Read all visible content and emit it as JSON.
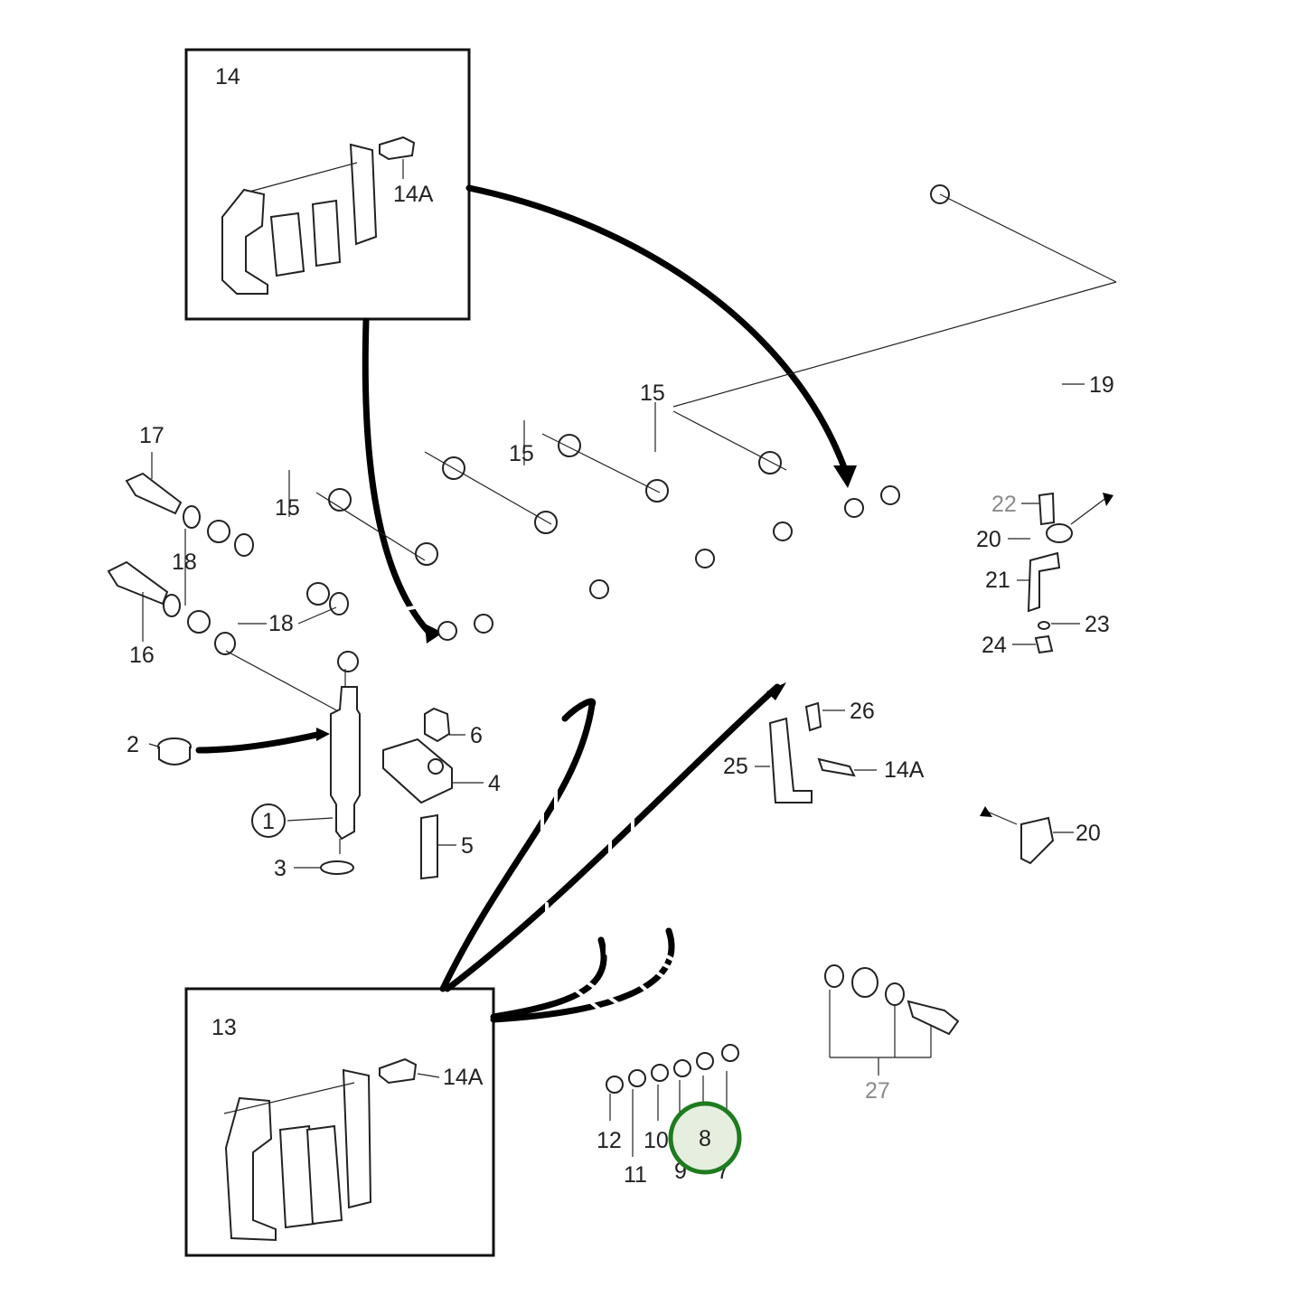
{
  "diagram": {
    "detail_boxes": [
      {
        "label": "13",
        "bolt_label": "14A"
      },
      {
        "label": "14",
        "bolt_label": "14A"
      }
    ],
    "callouts": {
      "c1": "1",
      "c2": "2",
      "c3": "3",
      "c4": "4",
      "c5": "5",
      "c6": "6",
      "c7": "7",
      "c8": "8",
      "c9": "9",
      "c10": "10",
      "c11": "11",
      "c12": "12",
      "c14a": "14A",
      "c15a": "15",
      "c15b": "15",
      "c15c": "15",
      "c16": "16",
      "c17": "17",
      "c18a": "18",
      "c18b": "18",
      "c19": "19",
      "c20a": "20",
      "c20b": "20",
      "c21": "21",
      "c22": "22",
      "c23": "23",
      "c24": "24",
      "c25": "25",
      "c26": "26",
      "c27": "27"
    },
    "highlight": {
      "label": "8",
      "color": "#1e7b1e",
      "fill": "#e6eee0"
    }
  }
}
